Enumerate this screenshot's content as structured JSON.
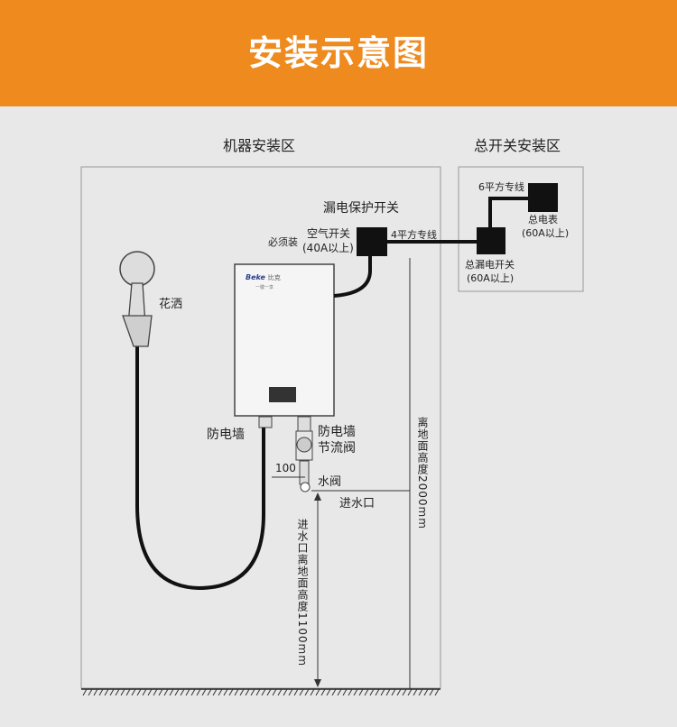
{
  "header": {
    "title": "安装示意图",
    "color": "#ee8a1e"
  },
  "zones": {
    "machine": "机器安装区",
    "main_switch": "总开关安装区"
  },
  "labels": {
    "leakage_switch": "漏电保护开关",
    "must_install": "必须装",
    "air_switch_1": "空气开关",
    "air_switch_2": "(40A以上)",
    "wire_4": "4平方专线",
    "wire_6": "6平方专线",
    "meter_1": "总电表",
    "meter_2": "(60A以上)",
    "main_leakage_1": "总漏电开关",
    "main_leakage_2": "(60A以上)",
    "shower": "花洒",
    "anti_shock_left": "防电墙",
    "anti_shock_right_1": "防电墙",
    "anti_shock_right_2": "节流阀",
    "dim_100": "100",
    "water_valve": "水阀",
    "water_inlet": "进水口",
    "height_2000": "离地面高度2000mm",
    "inlet_height": "进水口离地面高度1100mm"
  },
  "heater": {
    "brand": "Beke",
    "brand_sub": "比克",
    "tagline": "一键一享"
  }
}
